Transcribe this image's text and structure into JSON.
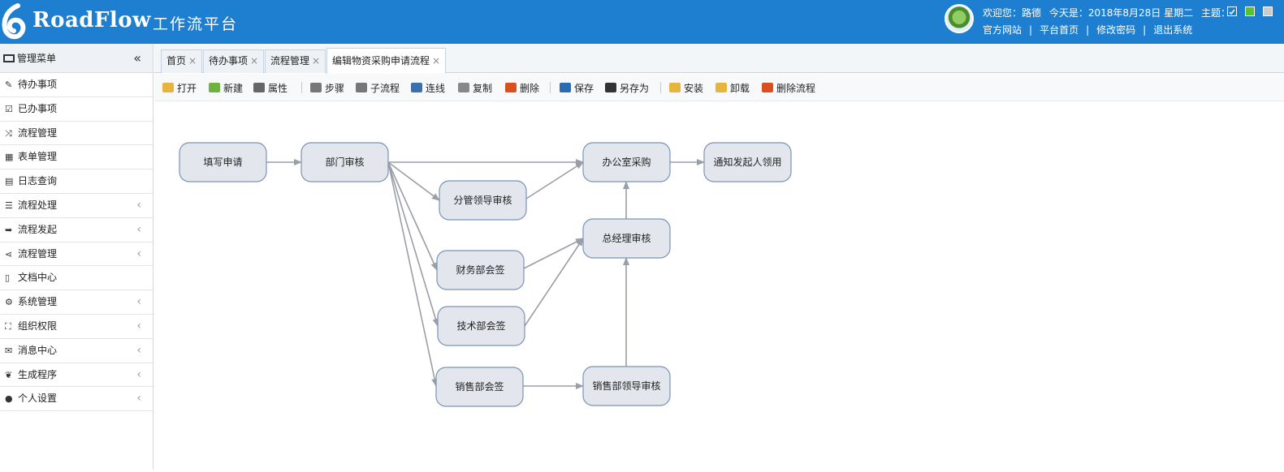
{
  "header": {
    "logo_text": "RoadFlow",
    "logo_sub": "工作流平台",
    "welcome": "欢迎您：路德",
    "today": "今天是：2018年8月28日 星期二",
    "theme_label": "主题：",
    "links": [
      "官方网站",
      "平台首页",
      "修改密码",
      "退出系统"
    ],
    "theme_colors": [
      "#ffffff",
      "#55c22f",
      "#cccccc"
    ]
  },
  "sidebar": {
    "title": "管理菜单",
    "collapse_glyph": "«",
    "items": [
      {
        "label": "待办事项",
        "icon": "edit-icon",
        "glyph": "✎",
        "expand": false
      },
      {
        "label": "已办事项",
        "icon": "checkbox-icon",
        "glyph": "☑",
        "expand": false
      },
      {
        "label": "流程管理",
        "icon": "shuffle-icon",
        "glyph": "⤨",
        "expand": false
      },
      {
        "label": "表单管理",
        "icon": "table-icon",
        "glyph": "▦",
        "expand": false
      },
      {
        "label": "日志查询",
        "icon": "file-icon",
        "glyph": "▤",
        "expand": false
      },
      {
        "label": "流程处理",
        "icon": "list-icon",
        "glyph": "☰",
        "expand": true
      },
      {
        "label": "流程发起",
        "icon": "sign-in-icon",
        "glyph": "➥",
        "expand": true
      },
      {
        "label": "流程管理",
        "icon": "share-icon",
        "glyph": "⋖",
        "expand": true
      },
      {
        "label": "文档中心",
        "icon": "word-file-icon",
        "glyph": "▯",
        "expand": false
      },
      {
        "label": "系统管理",
        "icon": "gear-icon",
        "glyph": "⚙",
        "expand": true
      },
      {
        "label": "组织权限",
        "icon": "sitemap-icon",
        "glyph": "⛶",
        "expand": true
      },
      {
        "label": "消息中心",
        "icon": "chat-icon",
        "glyph": "✉",
        "expand": true
      },
      {
        "label": "生成程序",
        "icon": "leaf-icon",
        "glyph": "❦",
        "expand": true
      },
      {
        "label": "个人设置",
        "icon": "user-icon",
        "glyph": "●",
        "expand": true
      }
    ],
    "expand_glyph": "‹"
  },
  "tabs": [
    {
      "label": "首页"
    },
    {
      "label": "待办事项"
    },
    {
      "label": "流程管理"
    },
    {
      "label": "编辑物资采购申请流程",
      "active": true
    }
  ],
  "tab_close_glyph": "×",
  "toolbar": [
    {
      "label": "打开",
      "icon": "folder-icon",
      "color": "#e7b53b"
    },
    {
      "label": "新建",
      "icon": "new-icon",
      "color": "#6db33f"
    },
    {
      "label": "属性",
      "icon": "tools-icon",
      "color": "#666666"
    },
    {
      "label": "步骤",
      "icon": "step-icon",
      "color": "#777777"
    },
    {
      "label": "子流程",
      "icon": "subflow-icon",
      "color": "#777777"
    },
    {
      "label": "连线",
      "icon": "connect-icon",
      "color": "#3a6fb0"
    },
    {
      "label": "复制",
      "icon": "copy-icon",
      "color": "#888888"
    },
    {
      "label": "删除",
      "icon": "delete-icon",
      "color": "#d9501e"
    },
    {
      "label": "保存",
      "icon": "save-icon",
      "color": "#2a6bb3"
    },
    {
      "label": "另存为",
      "icon": "save-as-icon",
      "color": "#333333"
    },
    {
      "label": "安装",
      "icon": "install-icon",
      "color": "#e7b53b"
    },
    {
      "label": "卸载",
      "icon": "uninstall-icon",
      "color": "#e7b53b"
    },
    {
      "label": "删除流程",
      "icon": "delete-flow-icon",
      "color": "#d9501e"
    }
  ],
  "flow": {
    "nodes": [
      {
        "id": "n1",
        "label": "填写申请"
      },
      {
        "id": "n2",
        "label": "部门审核"
      },
      {
        "id": "n3",
        "label": "分管领导审核"
      },
      {
        "id": "n4",
        "label": "财务部会签"
      },
      {
        "id": "n5",
        "label": "技术部会签"
      },
      {
        "id": "n6",
        "label": "销售部会签"
      },
      {
        "id": "n7",
        "label": "办公室采购"
      },
      {
        "id": "n8",
        "label": "通知发起人领用"
      },
      {
        "id": "n9",
        "label": "总经理审核"
      },
      {
        "id": "n10",
        "label": "销售部领导审核"
      }
    ],
    "edges": [
      [
        "n1",
        "n2"
      ],
      [
        "n2",
        "n7"
      ],
      [
        "n2",
        "n3"
      ],
      [
        "n2",
        "n4"
      ],
      [
        "n2",
        "n5"
      ],
      [
        "n2",
        "n6"
      ],
      [
        "n3",
        "n7"
      ],
      [
        "n4",
        "n9"
      ],
      [
        "n5",
        "n9"
      ],
      [
        "n6",
        "n10"
      ],
      [
        "n10",
        "n9"
      ],
      [
        "n9",
        "n7"
      ],
      [
        "n7",
        "n8"
      ]
    ]
  }
}
